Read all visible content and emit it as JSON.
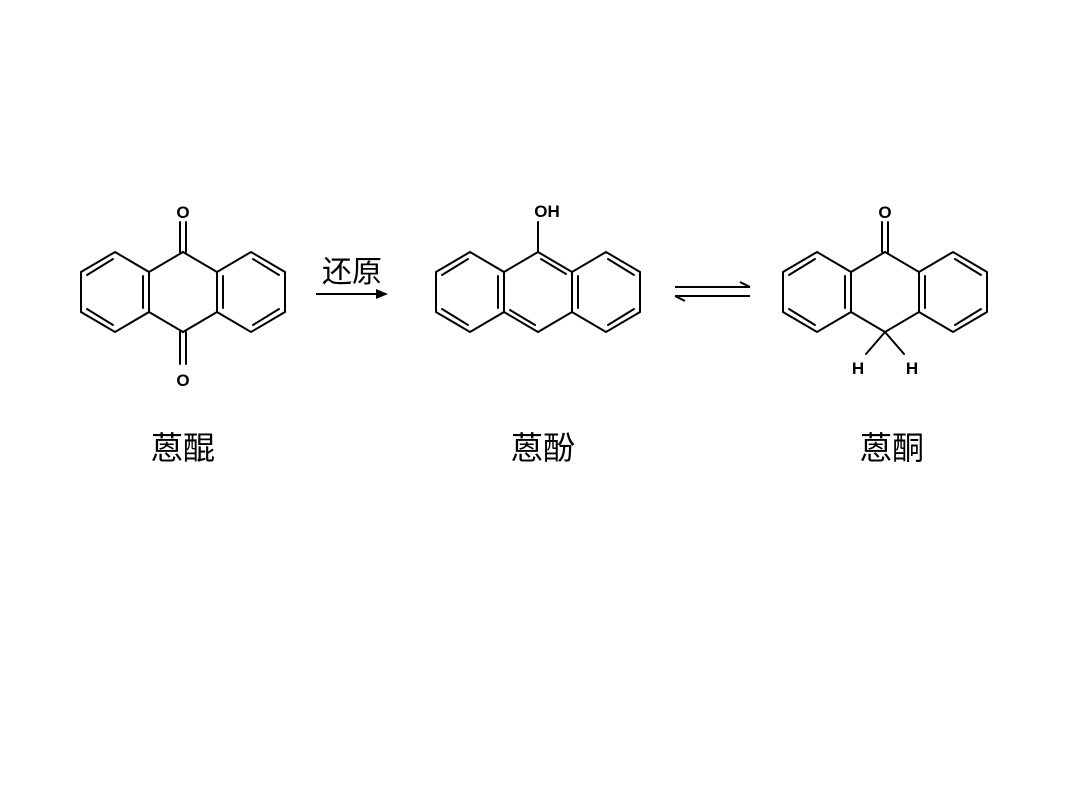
{
  "reaction": {
    "reagent_label": "还原"
  },
  "compounds": [
    {
      "name": "蒽醌",
      "atom_labels": [
        "O",
        "O"
      ]
    },
    {
      "name": "蒽酚",
      "atom_labels": [
        "OH"
      ]
    },
    {
      "name": "蒽酮",
      "atom_labels": [
        "O",
        "H",
        "H"
      ]
    }
  ]
}
